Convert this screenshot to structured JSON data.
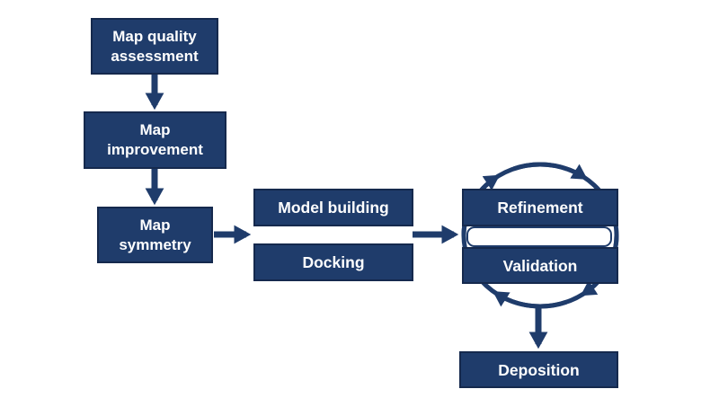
{
  "diagram": {
    "nodes": {
      "map_quality": {
        "label": "Map quality\nassessment"
      },
      "map_improvement": {
        "label": "Map\nimprovement"
      },
      "map_symmetry": {
        "label": "Map\nsymmetry"
      },
      "model_building": {
        "label": "Model building"
      },
      "docking": {
        "label": "Docking"
      },
      "refinement": {
        "label": "Refinement"
      },
      "validation": {
        "label": "Validation"
      },
      "deposition": {
        "label": "Deposition"
      }
    },
    "flow": [
      {
        "from": "Map quality assessment",
        "to": "Map improvement",
        "type": "arrow-down"
      },
      {
        "from": "Map improvement",
        "to": "Map symmetry",
        "type": "arrow-down"
      },
      {
        "from": "Map symmetry",
        "to": "Model building / Docking",
        "type": "arrow-right"
      },
      {
        "from": "Model building / Docking",
        "to": "Refinement / Validation",
        "type": "arrow-right"
      },
      {
        "from": "Refinement",
        "to": "Validation",
        "type": "clockwise-cycle"
      },
      {
        "from": "Refinement / Validation cycle",
        "to": "Deposition",
        "type": "arrow-down"
      }
    ],
    "colors": {
      "node_fill": "#1f3c6b",
      "node_border": "#15294d",
      "arrow": "#1f3c6b",
      "node_text": "#ffffff",
      "connector_fill": "#ffffff",
      "background": "#ffffff"
    }
  }
}
